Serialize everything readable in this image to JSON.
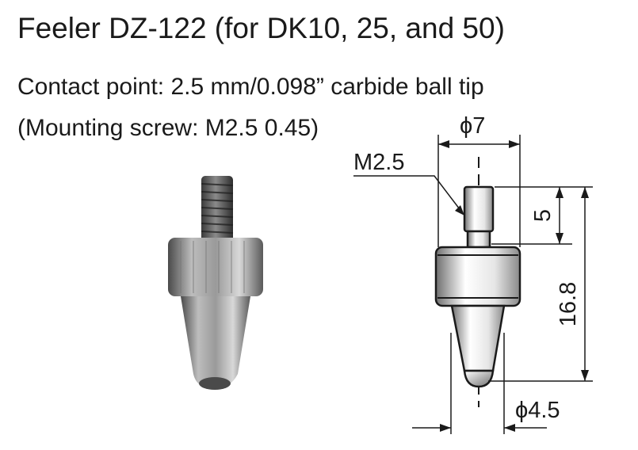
{
  "title": "Feeler DZ-122 (for DK10, 25, and 50)",
  "contact_point": "Contact point: 2.5 mm/0.098” carbide ball tip",
  "mounting_screw": "(Mounting screw: M2.5  0.45)",
  "drawing": {
    "thread_label": "M2.5",
    "diameter_top": "ϕ7",
    "thread_length": "5",
    "total_length": "16.8",
    "diameter_bottom": "ϕ4.5"
  }
}
